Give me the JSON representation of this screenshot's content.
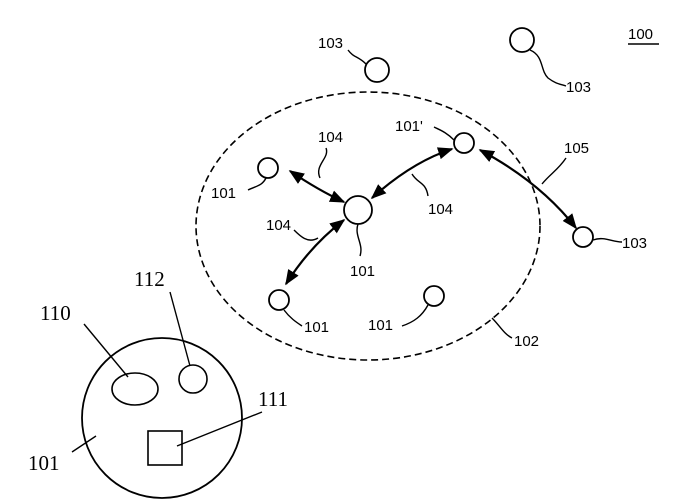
{
  "figure_ref": "100",
  "labels": {
    "node_101": "101",
    "node_101_prime": "101'",
    "area_102": "102",
    "node_103": "103",
    "link_104": "104",
    "link_105": "105",
    "part_110": "110",
    "part_111": "111",
    "part_112": "112"
  }
}
